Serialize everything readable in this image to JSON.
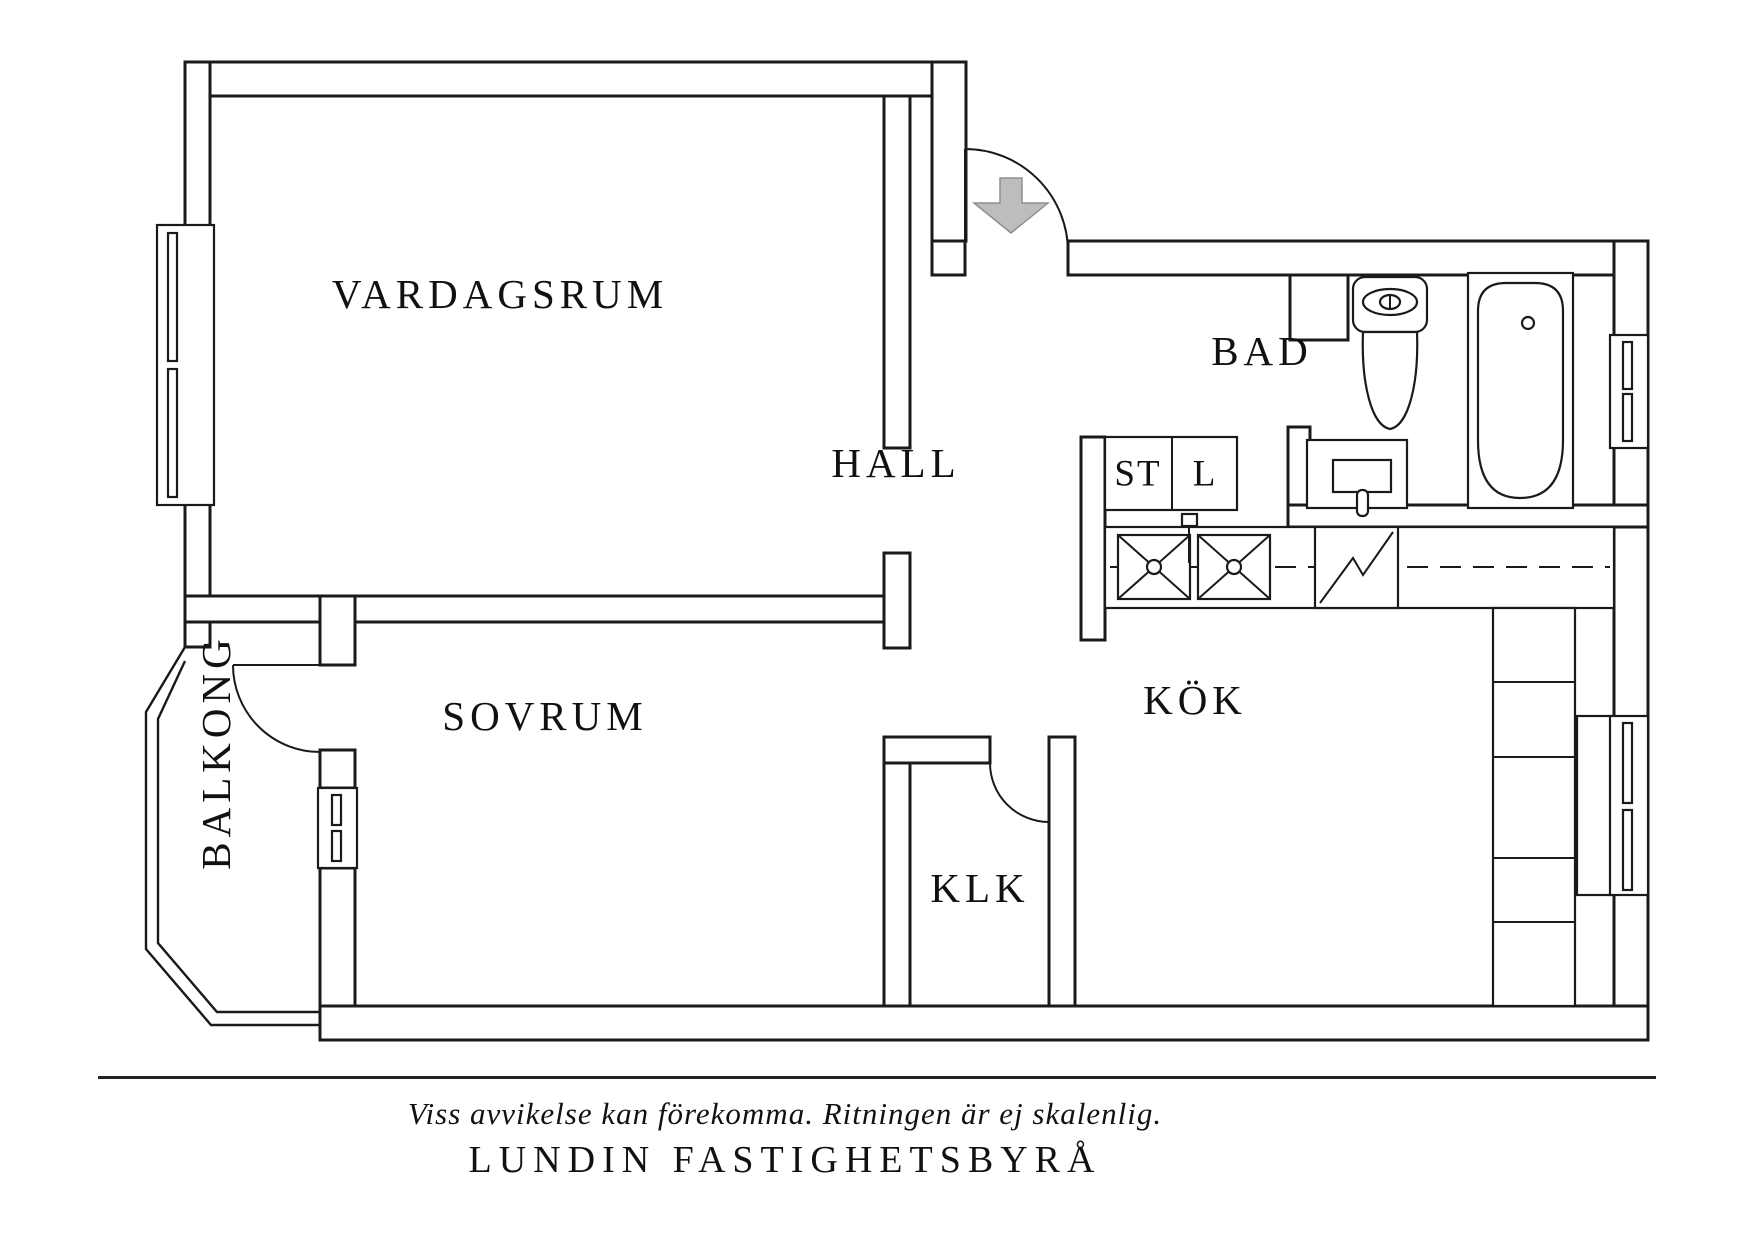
{
  "rooms": {
    "vardagsrum": "VARDAGSRUM",
    "hall": "HALL",
    "bad": "BAD",
    "st": "ST",
    "l": "L",
    "sovrum": "SOVRUM",
    "klk": "KLK",
    "kok": "KÖK",
    "balkong": "BALKONG"
  },
  "footer": {
    "disclaimer": "Viss avvikelse kan förekomma. Ritningen är ej skalenlig.",
    "brand": "LUNDIN FASTIGHETSBYRÅ"
  },
  "colors": {
    "line": "#1a1a1a",
    "arrow_fill": "#bdbdbd",
    "arrow_stroke": "#8f8f8f",
    "background": "#ffffff"
  }
}
